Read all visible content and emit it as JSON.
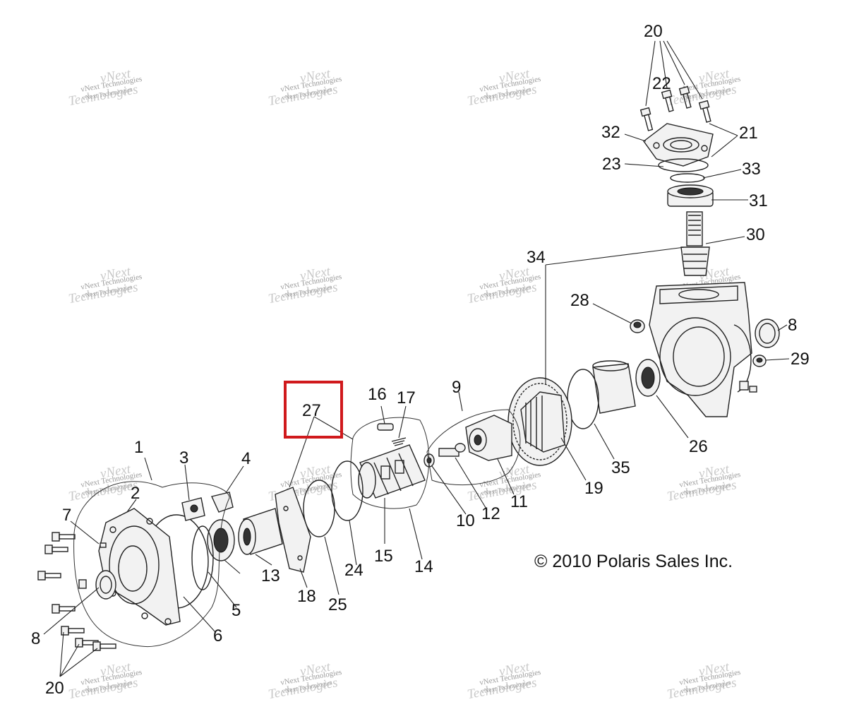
{
  "copyright": "© 2010 Polaris Sales Inc.",
  "highlight": {
    "part": "27",
    "color": "#d0191c"
  },
  "watermark": {
    "line1": "vNext",
    "line2": "Technologies",
    "line3": "vNext Technologies"
  },
  "callouts": [
    "20",
    "22",
    "32",
    "21",
    "23",
    "33",
    "31",
    "30",
    "34",
    "28",
    "8",
    "29",
    "9",
    "16",
    "17",
    "27",
    "26",
    "1",
    "3",
    "4",
    "2",
    "7",
    "19",
    "35",
    "11",
    "12",
    "10",
    "15",
    "14",
    "24",
    "25",
    "18",
    "13",
    "5",
    "6",
    "20",
    "8"
  ]
}
